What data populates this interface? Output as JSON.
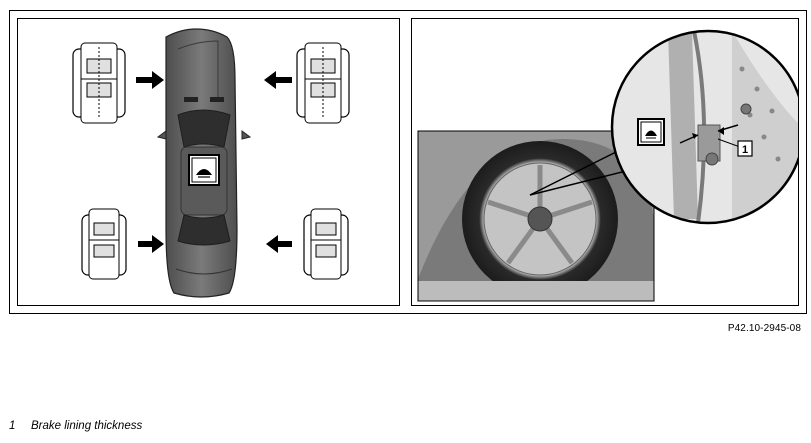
{
  "figure": {
    "code": "P42.10-2945-08",
    "callout_number": "1"
  },
  "legend": [
    {
      "number": "1",
      "text": "Brake lining thickness"
    }
  ],
  "icons": {
    "inspection_symbol": "eye-inspection-icon",
    "arrow": "arrow-icon"
  },
  "colors": {
    "line": "#000000",
    "car_body": "#6a6a6a",
    "photo_grey": "#9a9a9a"
  }
}
